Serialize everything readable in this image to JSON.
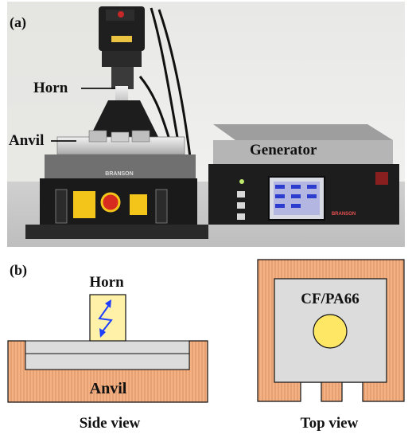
{
  "panel_a": {
    "tag": "(a)",
    "labels": {
      "horn": "Horn",
      "anvil": "Anvil",
      "generator": "Generator"
    },
    "machine_brand": "BRANSON",
    "generator_brand": "BRANSON"
  },
  "panel_b": {
    "tag": "(b)",
    "side_view": {
      "horn_label": "Horn",
      "anvil_label": "Anvil",
      "caption": "Side view"
    },
    "top_view": {
      "sample_label": "CF/PA66",
      "caption": "Top view"
    }
  },
  "colors": {
    "anvil_fill": "#f4b183",
    "horn_fill": "#fff2a8",
    "sample_fill": "#dcdcdc",
    "circle_fill": "#ffe766",
    "arrow_blue": "#1f3fff"
  }
}
